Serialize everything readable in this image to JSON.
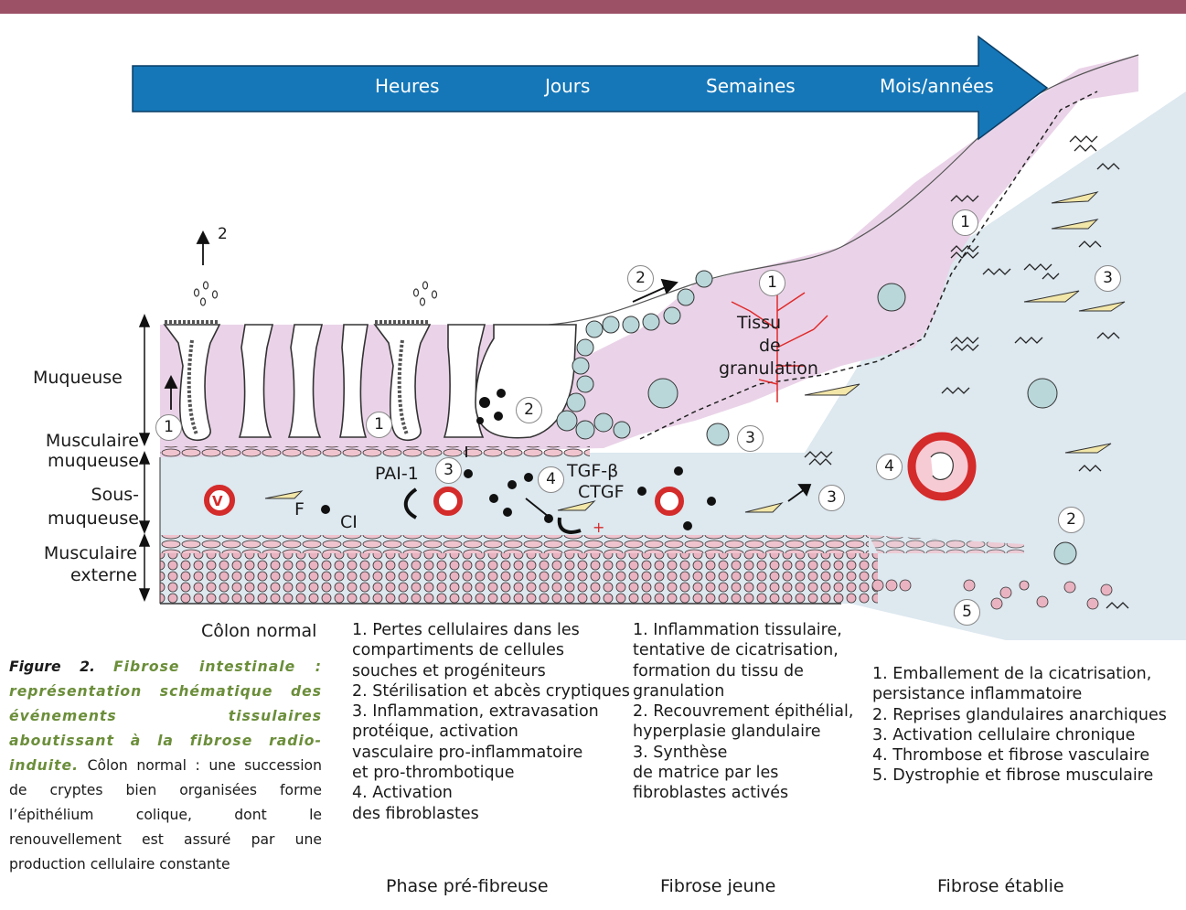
{
  "timeline": [
    "Heures",
    "Jours",
    "Semaines",
    "Mois/années"
  ],
  "layers": {
    "muqueuse": "Muqueuse",
    "musculaire_muqueuse": [
      "Musculaire",
      "muqueuse"
    ],
    "sous_muqueuse": [
      "Sous-",
      "muqueuse"
    ],
    "musculaire_externe": [
      "Musculaire",
      "externe"
    ]
  },
  "labels": {
    "v": "V",
    "f": "F",
    "ci": "CI",
    "pai": "PAI-1",
    "tgf": "TGF-β",
    "ctgf": "CTGF",
    "tissu": [
      "Tissu",
      "de",
      "granulation"
    ]
  },
  "numbers": {
    "n1": "1",
    "n2": "2",
    "n3": "3",
    "n4": "4",
    "n5": "5"
  },
  "phases": {
    "normal": {
      "name": "Côlon normal"
    },
    "pre": {
      "name": "Phase pré-fibreuse",
      "items": [
        "1. Pertes cellulaires dans les\ncompartiments de cellules\nsouches et progéniteurs",
        "2. Stérilisation et abcès cryptiques",
        "3. Inflammation, extravasation\nprotéique, activation\nvasculaire pro-inflammatoire\net pro-thrombotique",
        "4. Activation\ndes fibroblastes"
      ]
    },
    "jeune": {
      "name": "Fibrose jeune",
      "items": [
        "1. Inflammation tissulaire,\ntentative de cicatrisation,\nformation du tissu de\ngranulation",
        "2. Recouvrement épithélial,\nhyperplasie glandulaire",
        "3. Synthèse\nde matrice par les\nfibroblastes activés"
      ]
    },
    "etablie": {
      "name": "Fibrose établie",
      "items": [
        "1. Emballement de la cicatrisation,\npersistance inflammatoire",
        "2. Reprises glandulaires anarchiques",
        "3. Activation cellulaire chronique",
        "4. Thrombose et fibrose vasculaire",
        "5. Dystrophie et fibrose musculaire"
      ]
    }
  },
  "caption": {
    "figure": "Figure 2.",
    "title": "Fibrose intestinale : représentation schématique des événements tissulaires aboutissant à la fibrose radio-induite.",
    "body": "Côlon normal : une succession de cryptes bien organisées forme l’épithélium colique, dont le renouvellement est assuré par une production cellulaire constante"
  },
  "colors": {
    "arrow": "#1577b8",
    "mucosa": "#ead3e8",
    "submucosa": "#dde8ef",
    "muscle": "#e8b8c4",
    "vessel": "#d42b2b",
    "topbar": "#9c5167"
  }
}
